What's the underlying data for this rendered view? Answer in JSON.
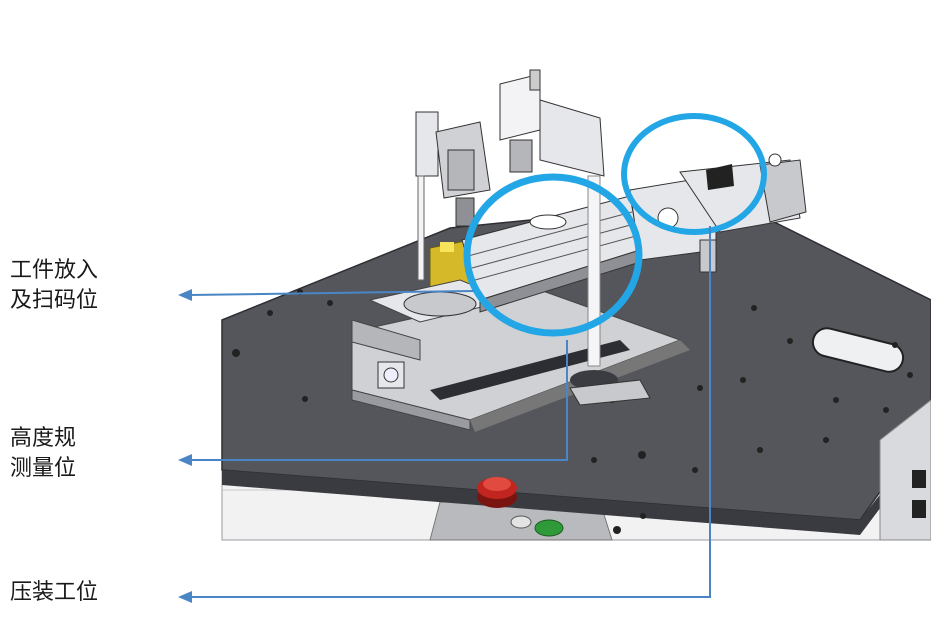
{
  "labels": {
    "loading": {
      "line1": "工件放入",
      "line2": "及扫码位"
    },
    "height": {
      "line1": "高度规",
      "line2": "测量位"
    },
    "press": {
      "line1": "压装工位"
    }
  },
  "colors": {
    "plate": "#55565c",
    "plate_edge": "#2e2f33",
    "part_light": "#e6e7ea",
    "part_mid": "#c8c9cd",
    "part_dark": "#8e9095",
    "callout_line": "#4a86c5",
    "highlight_circle": "#22a6e6",
    "yellow_block": "#d6b928",
    "estop_red": "#c0261f",
    "start_green": "#2f9a3a"
  }
}
